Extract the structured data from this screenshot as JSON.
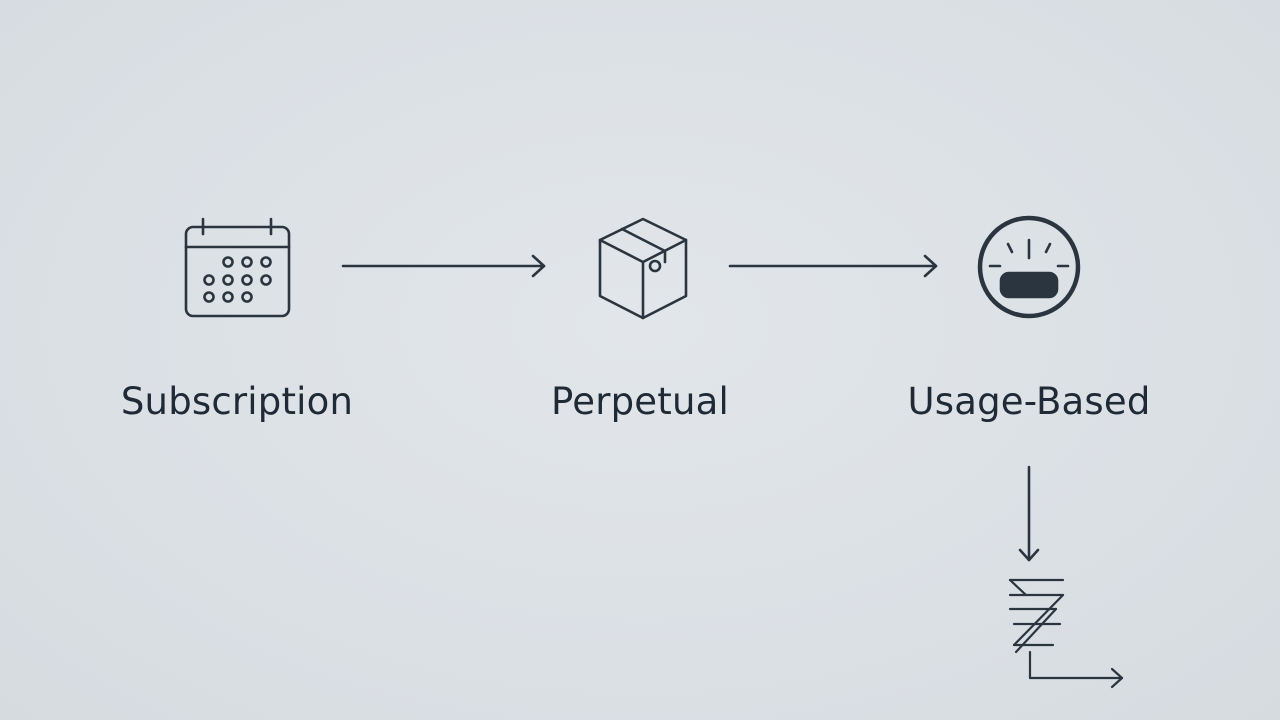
{
  "nodes": [
    {
      "id": "subscription",
      "label": "Subscription",
      "icon": "calendar-icon"
    },
    {
      "id": "perpetual",
      "label": "Perpetual",
      "icon": "box-icon"
    },
    {
      "id": "usage",
      "label": "Usage-Based",
      "icon": "gauge-icon"
    }
  ],
  "edges": [
    {
      "from": "subscription",
      "to": "perpetual"
    },
    {
      "from": "perpetual",
      "to": "usage"
    },
    {
      "from": "usage",
      "to": "coil-icon"
    }
  ],
  "colors": {
    "background": "#dde1e6",
    "stroke": "#2b3540",
    "text": "#1f2a36"
  }
}
